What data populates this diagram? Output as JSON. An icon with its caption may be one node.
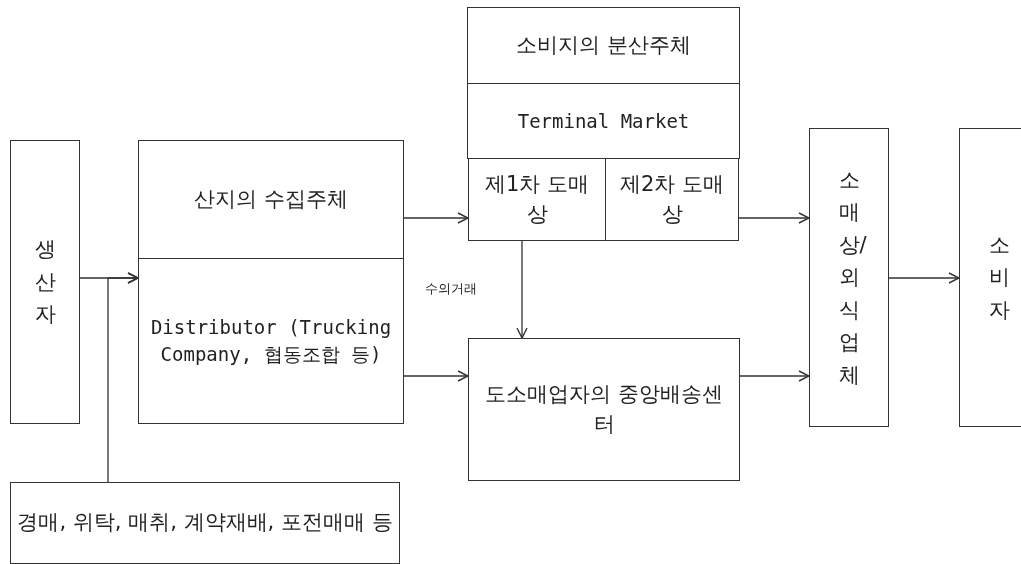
{
  "diagram": {
    "nodes": [
      {
        "text": [
          "생산자"
        ]
      },
      {
        "text": [
          "산지의 수집주체"
        ]
      },
      {
        "text": [
          "Distributor (Trucking Company, 협동조합 등)"
        ]
      },
      {
        "text": [
          "소비지의 분산주체"
        ]
      },
      {
        "text": [
          "Terminal Market"
        ]
      },
      {
        "text": [
          "제1차 도매상"
        ]
      },
      {
        "text": [
          "제2차 도매상"
        ]
      },
      {
        "text": [
          "도소매업자의 중앙배송센터"
        ]
      },
      {
        "text": [
          "소매상/외식업체"
        ]
      },
      {
        "text": [
          "소비자"
        ]
      },
      {
        "text": [
          "경매, 위탁, 매취, 계약재배, 포전매매 등"
        ]
      }
    ],
    "edges": [
      {
        "from": 0,
        "to": 2,
        "arrow": "to"
      },
      {
        "from": 10,
        "to": 2,
        "arrow": "to"
      },
      {
        "from": 1,
        "to": 5,
        "arrow": "to"
      },
      {
        "from": 2,
        "to": 7,
        "arrow": "to"
      },
      {
        "from": 5,
        "to": 7,
        "arrow": "to",
        "label": "수의거래"
      },
      {
        "from": 6,
        "to": 8,
        "arrow": "to"
      },
      {
        "from": 7,
        "to": 8,
        "arrow": "to"
      },
      {
        "from": 8,
        "to": 9,
        "arrow": "to"
      }
    ]
  }
}
